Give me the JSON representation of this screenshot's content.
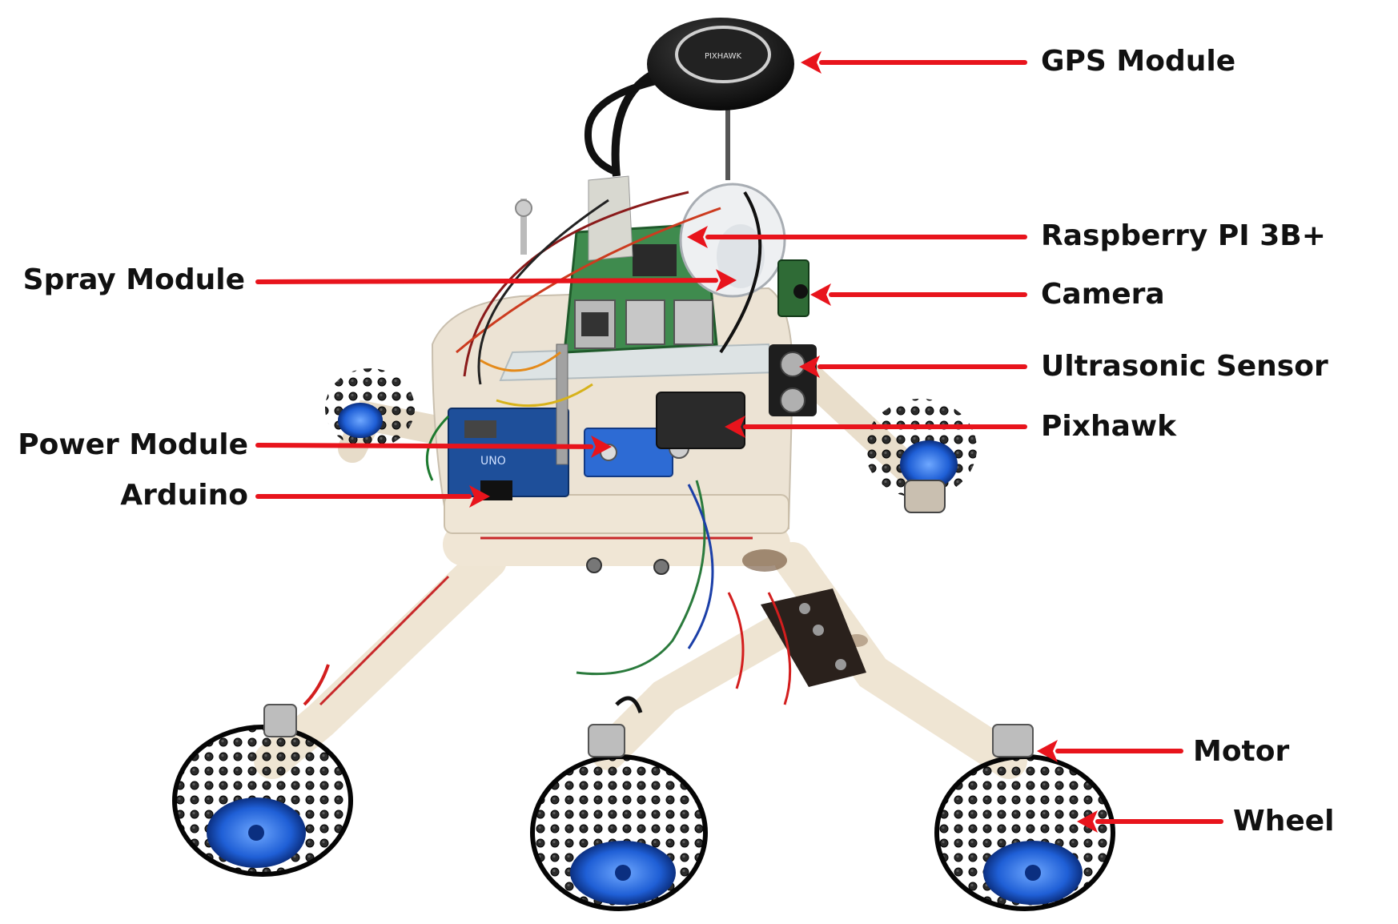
{
  "accent_color": "#e8141c",
  "labels": {
    "gps": "GPS Module",
    "raspberry": "Raspberry PI 3B+",
    "camera": "Camera",
    "ultrasonic": "Ultrasonic Sensor",
    "pixhawk": "Pixhawk",
    "motor": "Motor",
    "wheel": "Wheel",
    "spray": "Spray Module",
    "power": "Power Module",
    "arduino": "Arduino"
  },
  "gps_brand_text": "PIXHAWK"
}
